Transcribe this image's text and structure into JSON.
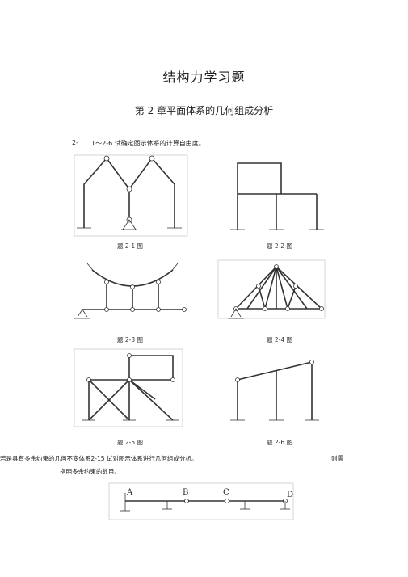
{
  "document": {
    "title": "结构力学习题",
    "chapter_title": "第 2 章平面体系的几何组成分析",
    "question1": {
      "number": "2-",
      "text": "1～2-6 试确定图示体系的计算自由度。"
    },
    "figures": [
      {
        "caption": "题 2-1 图"
      },
      {
        "caption": "题 2-2 图"
      },
      {
        "caption": "题 2-3 图"
      },
      {
        "caption": "题 2-4 图"
      },
      {
        "caption": "题 2-5 图"
      },
      {
        "caption": "题 2-6 图"
      }
    ],
    "question2": {
      "line1": "若是具有多余约束的几何不变体系2-15 试对图示体系进行几何组成分析。",
      "line1_right": "则需",
      "line2": "指明多余约束的数目。"
    },
    "beam_labels": [
      "A",
      "B",
      "C",
      "D"
    ]
  }
}
